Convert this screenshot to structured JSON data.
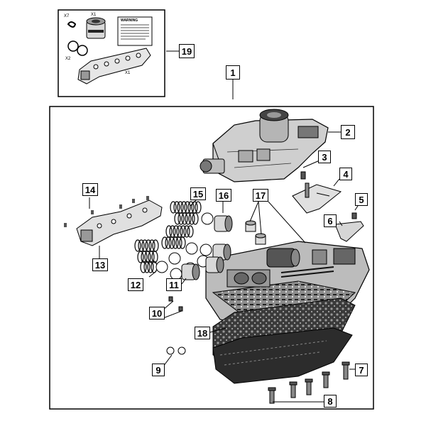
{
  "diagram": {
    "callouts": {
      "c1": "1",
      "c2": "2",
      "c3": "3",
      "c4": "4",
      "c5": "5",
      "c6": "6",
      "c7": "7",
      "c8": "8",
      "c9": "9",
      "c10": "10",
      "c11": "11",
      "c12": "12",
      "c13": "13",
      "c14": "14",
      "c15": "15",
      "c16": "16",
      "c17": "17",
      "c18": "18",
      "c19": "19"
    },
    "kit_labels": {
      "x7": "X7",
      "x1_top": "X1",
      "x2": "X2",
      "x1_bottom": "X1",
      "sheet_title": "WARNING"
    }
  }
}
